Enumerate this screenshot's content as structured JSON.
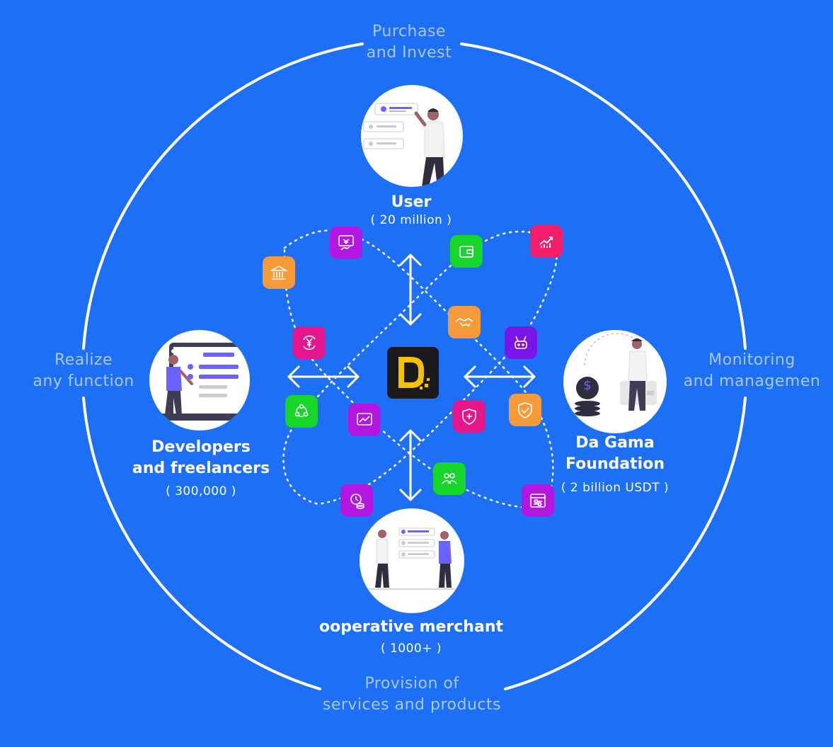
{
  "ring_labels": {
    "top": "Purchase\nand Invest",
    "left": "Realize\nany function",
    "right": "Monitoring\nand managemen",
    "bottom": "Provision of\nservices and products"
  },
  "nodes": {
    "user": {
      "title": "User",
      "subtitle": "( 20 million )"
    },
    "developers": {
      "title": "Developers\nand freelancers",
      "subtitle": "( 300,000 )"
    },
    "foundation": {
      "title": "Da Gama\nFoundation",
      "subtitle": "( 2 billion USDT )"
    },
    "merchant": {
      "title": "ooperative merchant",
      "subtitle": "( 1000+ )"
    }
  },
  "foundation_coin_symbol": "$",
  "colors": {
    "background": "#1d6ff5",
    "ring": "#ffffff",
    "orange": "#f79b3a",
    "magenta": "#e5168c",
    "purple": "#b316e0",
    "green": "#17d62a",
    "pink": "#f21e6a",
    "violet": "#7a17e8",
    "logo_bg": "#1a1a1a",
    "logo_gold": "#f3c300"
  },
  "app_icons": [
    {
      "name": "exchange-hand-icon",
      "color": "purple"
    },
    {
      "name": "wallet-icon",
      "color": "green"
    },
    {
      "name": "growth-chart-icon",
      "color": "pink"
    },
    {
      "name": "bank-icon",
      "color": "orange"
    },
    {
      "name": "handshake-icon",
      "color": "orange"
    },
    {
      "name": "yen-cycle-icon",
      "color": "magenta"
    },
    {
      "name": "robot-icon",
      "color": "violet"
    },
    {
      "name": "network-icon",
      "color": "green"
    },
    {
      "name": "line-chart-icon",
      "color": "purple"
    },
    {
      "name": "shield-plus-icon",
      "color": "magenta"
    },
    {
      "name": "shield-check-icon",
      "color": "orange"
    },
    {
      "name": "team-icon",
      "color": "green"
    },
    {
      "name": "coin-clock-icon",
      "color": "purple"
    },
    {
      "name": "settings-panel-icon",
      "color": "purple"
    }
  ]
}
